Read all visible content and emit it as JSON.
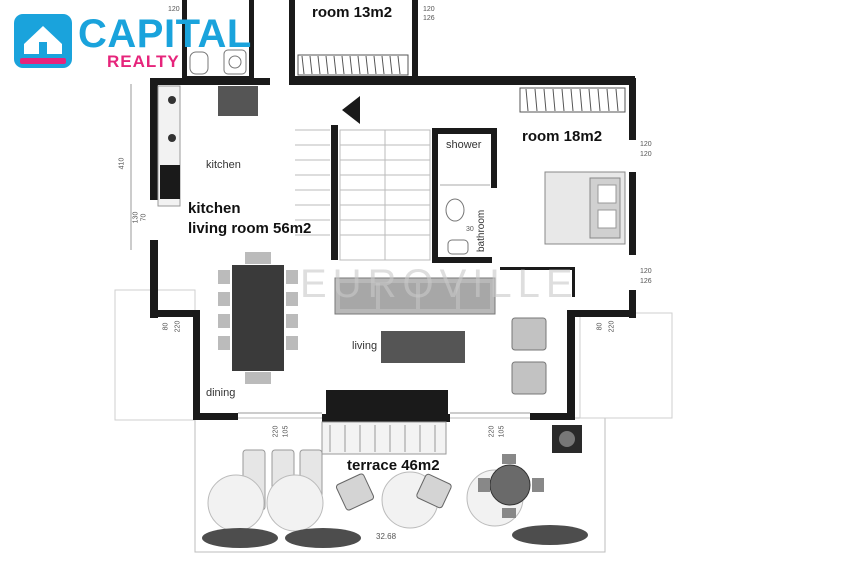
{
  "brand": {
    "name": "CAPITAL",
    "subtitle": "REALTY",
    "primary_color": "#1aa3dc",
    "accent_color": "#e6247b"
  },
  "watermark": "EUROVILLE",
  "rooms": {
    "room_13": "room 13m2",
    "room_18": "room 18m2",
    "shower": "shower",
    "bathroom": "bathroom",
    "kitchen_small": "kitchen",
    "kitchen_line1": "kitchen",
    "kitchen_line2": "living room 56m2",
    "living": "living",
    "dining": "dining",
    "terrace": "terrace 46m2"
  },
  "dimensions": {
    "top_right_a": "120",
    "top_right_b": "126",
    "top_left": "120",
    "right_upper_a": "120",
    "right_upper_b": "120",
    "right_lower_a": "120",
    "right_lower_b": "126",
    "left_side": "410",
    "left_window_a": "130",
    "left_window_b": "70",
    "left_lower_a": "80",
    "left_lower_b": "220",
    "right_lower_c": "80",
    "right_lower_d": "220",
    "terrace_door_left_a": "220",
    "terrace_door_left_b": "105",
    "terrace_door_right_a": "220",
    "terrace_door_right_b": "105",
    "terrace_width": "32.68",
    "bathroom_num": "30"
  }
}
